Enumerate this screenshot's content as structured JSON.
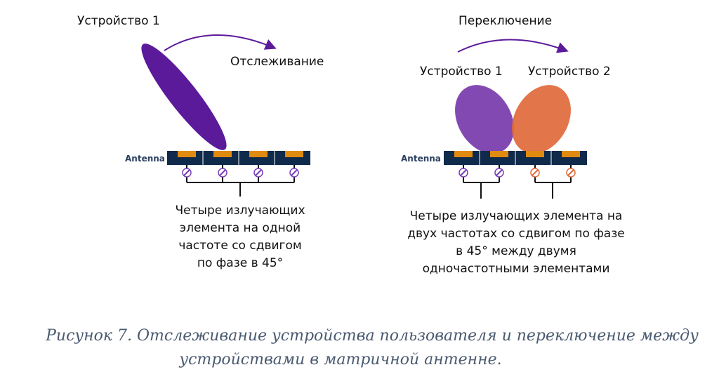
{
  "left_panel": {
    "device_label": "Устройство 1",
    "action_label": "Отслеживание",
    "antenna_label": "Antenna",
    "description": [
      "Четыре излучающих",
      "элемента на одной",
      "частоте со сдвигом",
      "по фазе в 45°"
    ],
    "beam_color": "#5b1a9a",
    "phase_shifter_color": "#7a3fb8"
  },
  "right_panel": {
    "action_label": "Переключение",
    "device1_label": "Устройство 1",
    "device2_label": "Устройство 2",
    "antenna_label": "Antenna",
    "description": [
      "Четыре излучающих элемента на",
      "двух частотах со сдвигом по фазе",
      "в 45° между двумя",
      "одночастотными элементами"
    ],
    "beam1_color": "#7b3fae",
    "beam2_color": "#e0693a"
  },
  "antenna_colors": {
    "frame": "#0f2a4a",
    "patch": "#e08a10"
  },
  "caption": [
    "Рисунок 7. Отслеживание устройства пользователя и переключение между",
    "устройствами в матричной антенне."
  ]
}
